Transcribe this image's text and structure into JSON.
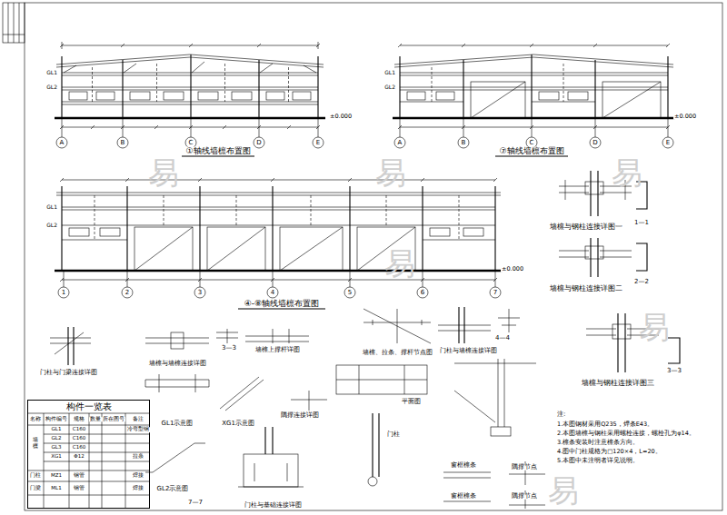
{
  "diagram": {
    "nodes": [
      {
        "text": [
          "构件一览表"
        ]
      }
    ],
    "labels": [
      "①轴线墙檩布置图",
      "⑦轴线墙檩布置图",
      "④-⑧轴线墙檩布置图",
      "墙檩与钢柱连接详图一",
      "1—1",
      "墙檩与钢柱连接详图二",
      "2—2",
      "墙檩与钢柱连接详图三",
      "3—3",
      "门柱与门梁连接详图",
      "墙檩与墙檩连接详图",
      "3—3",
      "墙檩上撑杆详图",
      "墙檩、拉条、撑杆节点图",
      "门柱与墙檩连接详图",
      "4—4",
      "隅撑连接详图",
      "平面图",
      "GL1示意图",
      "XG1示意图",
      "GL2示意图",
      "门柱与基础连接详图",
      "7—7",
      "门柱",
      "窗框檩条",
      "隅撑节点",
      "窗框檩条",
      "隅撑节点",
      "名称",
      "构件编号",
      "规格",
      "数量",
      "所在图号",
      "备注",
      "墙檩",
      "GL1",
      "GL2",
      "GL3",
      "XG1",
      "C160",
      "C160",
      "C160",
      "Φ12",
      "冷弯型钢",
      "拉条",
      "门柱",
      "门梁",
      "MZ1",
      "ML1",
      "钢管",
      "钢管",
      "焊接",
      "焊接",
      "注:",
      "1.本图钢材采用Q235，焊条E43。",
      "2.本图墙檩与钢柱采用螺栓连接，螺栓孔为φ14。",
      "3.檩条安装时注意檩条方向。",
      "4.图中门柱规格为□120×4，L=20。",
      "5.本图中未注明者详见说明。",
      "A",
      "B",
      "C",
      "D",
      "E",
      "A",
      "B",
      "C",
      "D",
      "E",
      "1",
      "2",
      "3",
      "4",
      "5",
      "6",
      "7",
      "易",
      "易",
      "易",
      "易",
      "易",
      "易",
      "±0.000",
      "±0.000",
      "±0.000",
      "GL1",
      "GL2",
      "GL1",
      "GL2",
      "GL1",
      "GL2"
    ]
  }
}
